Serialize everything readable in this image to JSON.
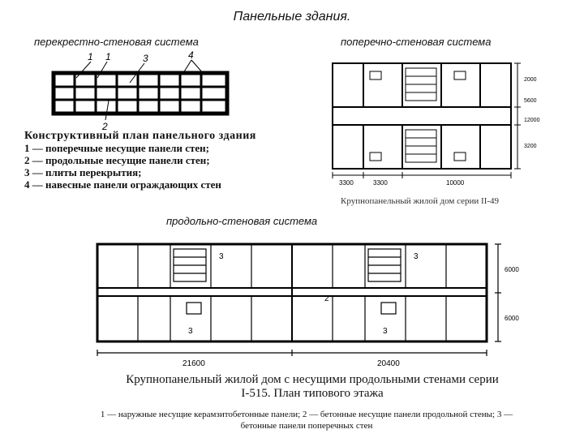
{
  "title": "Панельные здания.",
  "sections": {
    "cross": "перекрестно-стеновая система",
    "transverse": "поперечно-стеновая система",
    "longitudinal": "продольно-стеновая система"
  },
  "cross_diagram": {
    "callouts": [
      "1",
      "1",
      "3",
      "4",
      "2"
    ]
  },
  "legend": {
    "heading": "Конструктивный план панельного здания",
    "items": [
      "1 — поперечные несущие панели стен;",
      "2 — продольные несущие панели стен;",
      "3 — плиты перекрытия;",
      "4 — навесные панели ограждающих стен"
    ]
  },
  "transverse_plan": {
    "caption": "Крупнопанельный жилой дом серии II-49",
    "dims_bottom": [
      "3300",
      "3300",
      "10000"
    ],
    "dims_right": [
      "2000",
      "5600",
      "12000",
      "3200"
    ]
  },
  "longitudinal_plan": {
    "dims_bottom": [
      "21600",
      "20400"
    ],
    "dims_right": [
      "6000",
      "6000"
    ],
    "labels": [
      "3",
      "3",
      "2",
      "3",
      "3"
    ],
    "caption": "Крупнопанельный жилой дом с несущими продольными стенами серии I-515. План типового этажа",
    "footnote": "1 — наружные несущие керамзитобетонные панели; 2 — бетонные несущие панели продольной стены; 3 — бетонные панели поперечных стен"
  }
}
